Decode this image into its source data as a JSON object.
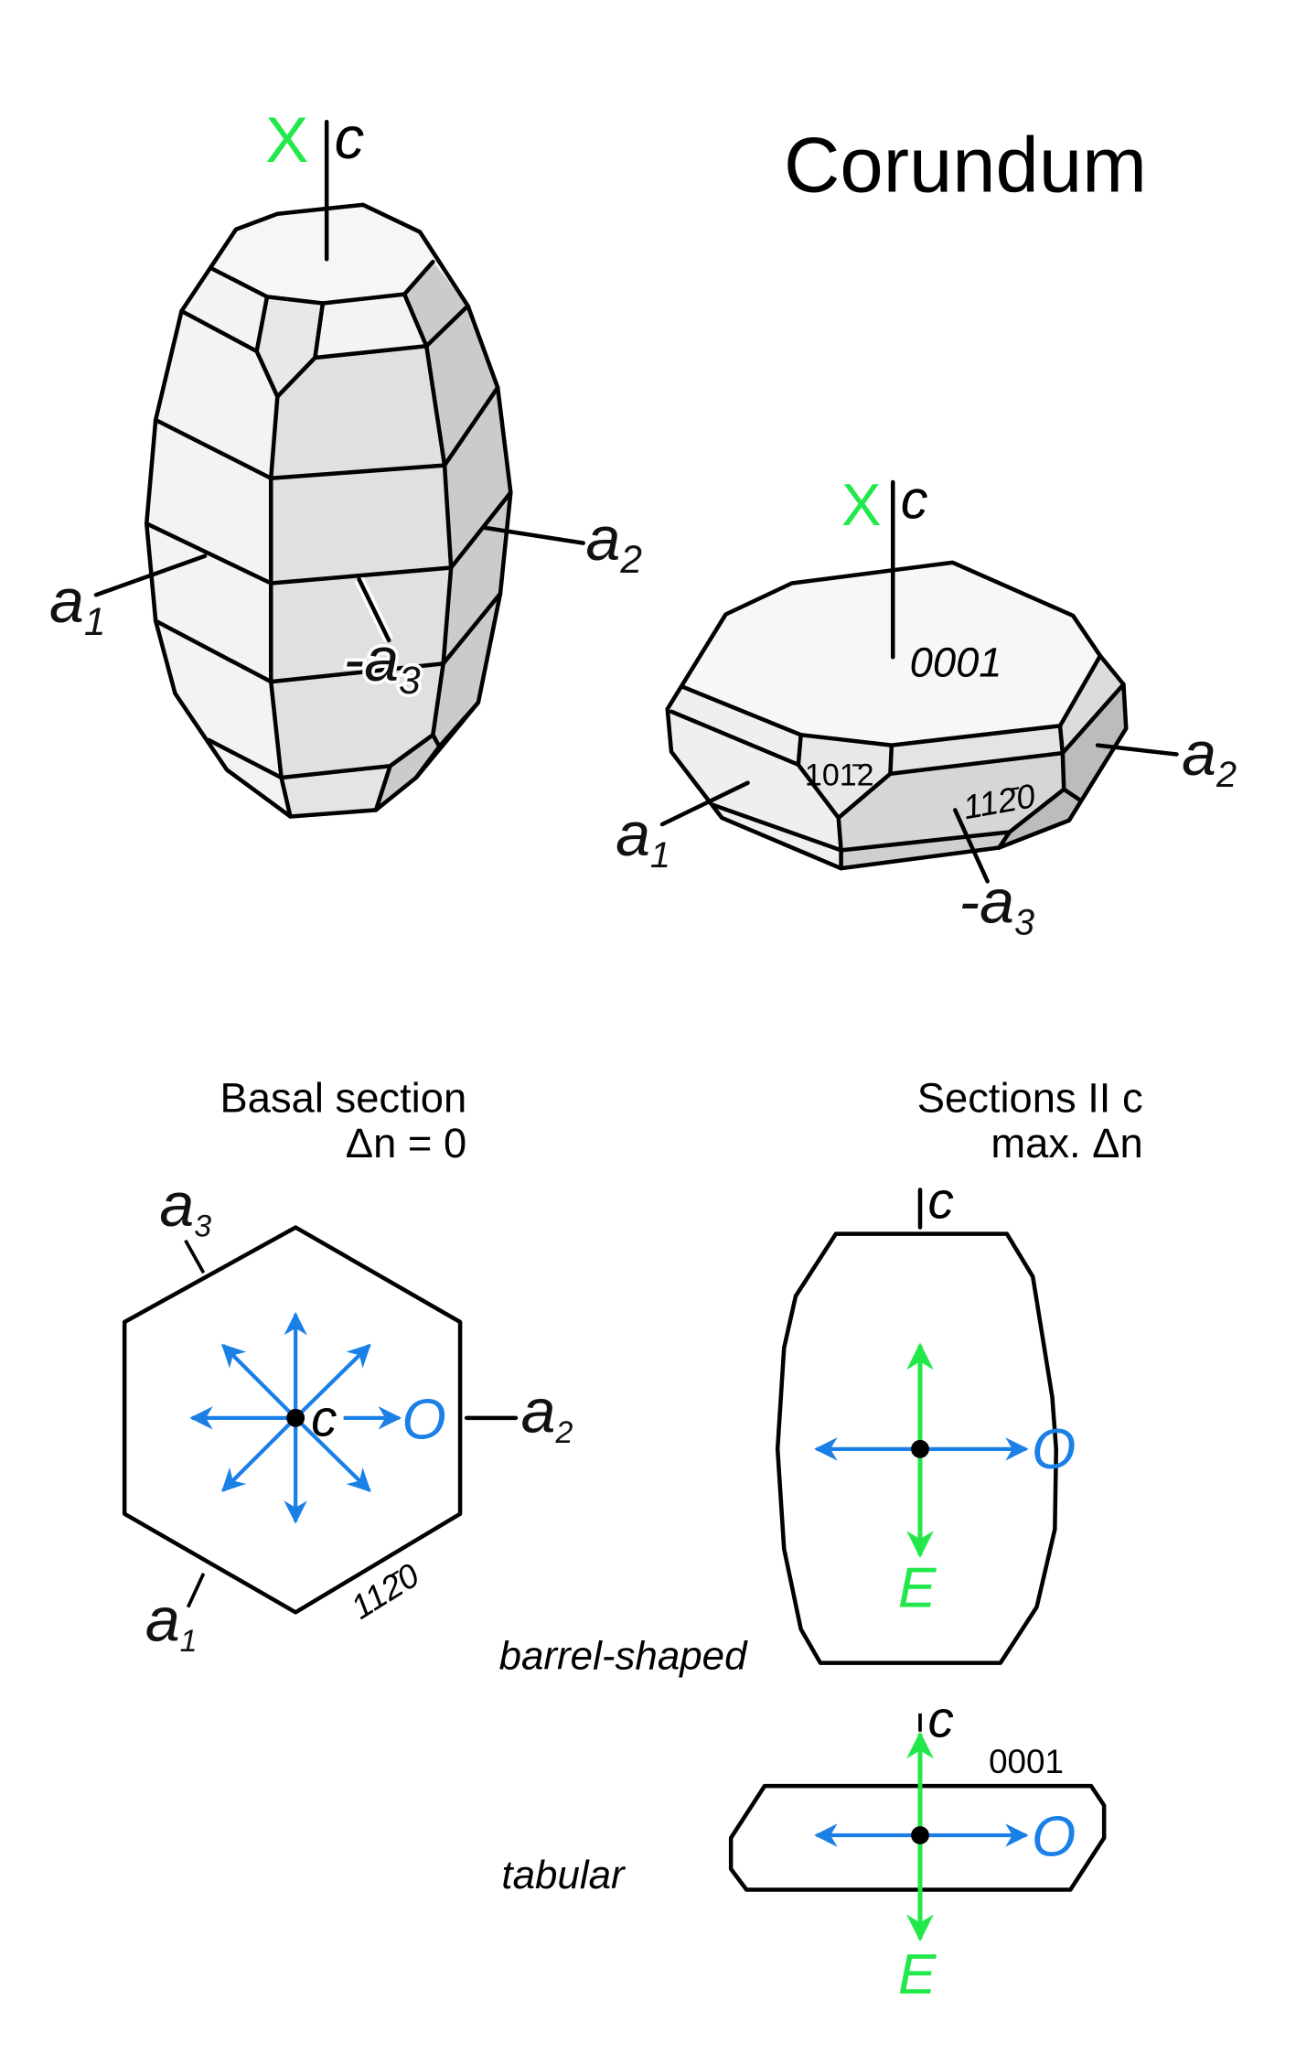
{
  "title": "Corundum",
  "barrel_crystal": {
    "axis_optic": "X",
    "axis_c": "c",
    "a1": {
      "base": "a",
      "sub": "1"
    },
    "a2": {
      "base": "a",
      "sub": "2"
    },
    "minus_a3": {
      "base": "-a",
      "sub": "3"
    }
  },
  "tabular_crystal": {
    "axis_optic": "X",
    "axis_c": "c",
    "face_basal": "0001",
    "face_rhombohedron": "101̄2",
    "face_prism": "112̄0",
    "a1": {
      "base": "a",
      "sub": "1"
    },
    "a2": {
      "base": "a",
      "sub": "2"
    },
    "minus_a3": {
      "base": "-a",
      "sub": "3"
    }
  },
  "basal_section": {
    "heading": "Basal section",
    "birefringence": "Δn = 0",
    "center_label": "c",
    "ray_label": "O",
    "face_label": "112̄0",
    "a1": {
      "base": "a",
      "sub": "1"
    },
    "a2": {
      "base": "a",
      "sub": "2"
    },
    "a3": {
      "base": "a",
      "sub": "3"
    }
  },
  "parallel_sections": {
    "heading": "Sections II c",
    "birefringence": "max. Δn",
    "barrel": {
      "caption": "barrel-shaped",
      "axis_c": "c",
      "ray_o": "O",
      "ray_e": "E"
    },
    "tabular": {
      "caption": "tabular",
      "axis_c": "c",
      "face_label": "0001",
      "ray_o": "O",
      "ray_e": "E"
    }
  },
  "colors": {
    "ordinary_ray": "#1a80e6",
    "extraordinary_ray": "#22e84a",
    "optic_axis": "#22e84a"
  }
}
